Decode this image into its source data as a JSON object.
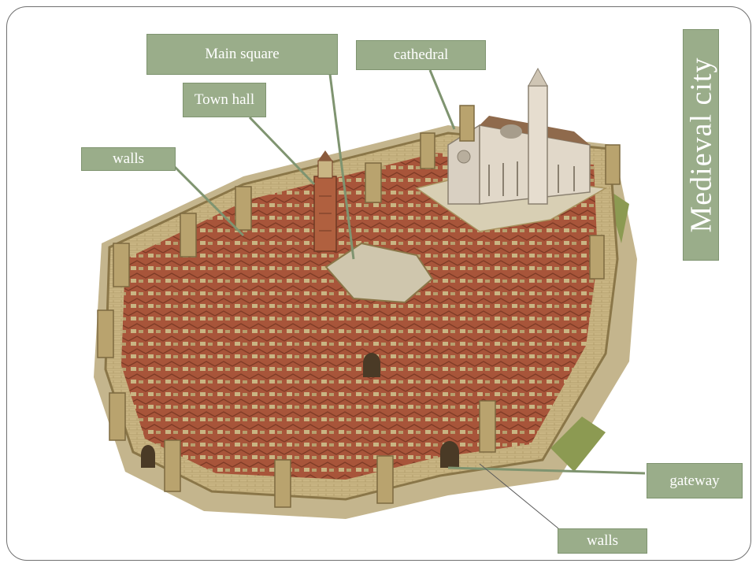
{
  "title": "Medieval city",
  "labels": {
    "main_square": "Main square",
    "cathedral": "cathedral",
    "town_hall": "Town hall",
    "walls_upper": "walls",
    "gateway": "gateway",
    "walls_lower": "walls"
  },
  "colors": {
    "label_fill": "#9aad8a",
    "label_text": "#ffffff",
    "leader_line": "#7f9470",
    "roof": "#a8553a",
    "stone_wall": "#c9b583",
    "plaza": "#cfc6ad",
    "grass": "#8c9a52"
  }
}
